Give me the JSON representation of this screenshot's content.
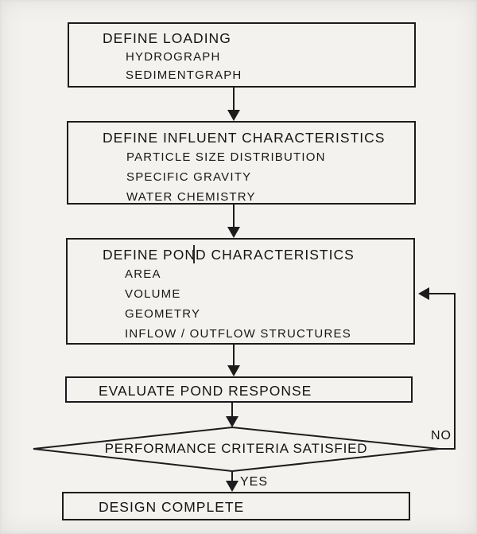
{
  "flowchart": {
    "boxes": [
      {
        "title": "DEFINE LOADING",
        "items": [
          "HYDROGRAPH",
          "SEDIMENTGRAPH"
        ]
      },
      {
        "title": "DEFINE INFLUENT CHARACTERISTICS",
        "items": [
          "PARTICLE SIZE DISTRIBUTION",
          "SPECIFIC GRAVITY",
          "WATER CHEMISTRY"
        ]
      },
      {
        "title": "DEFINE POND CHARACTERISTICS",
        "items": [
          "AREA",
          "VOLUME",
          "GEOMETRY",
          "INFLOW / OUTFLOW STRUCTURES"
        ]
      },
      {
        "title": "EVALUATE POND RESPONSE",
        "items": []
      }
    ],
    "decision": {
      "label": "PERFORMANCE CRITERIA SATISFIED",
      "yes_label": "YES",
      "no_label": "NO"
    },
    "end_box": {
      "title": "DESIGN COMPLETE"
    },
    "colors": {
      "ink": "#1c1c1c",
      "paper": "#f3f2ef"
    }
  }
}
